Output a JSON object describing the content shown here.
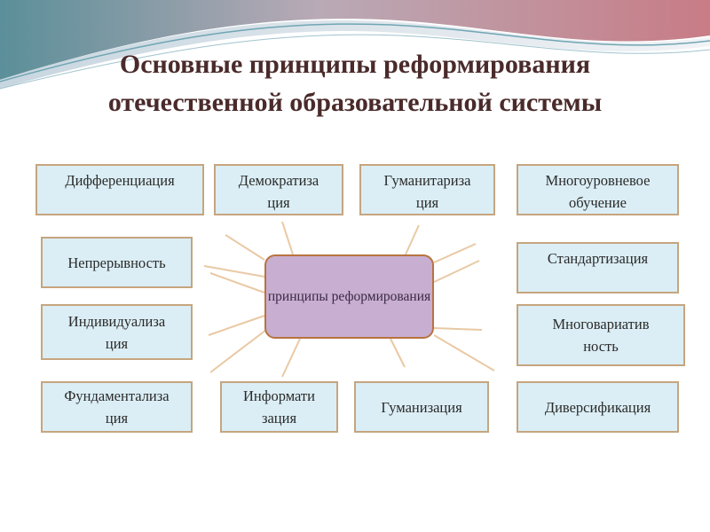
{
  "title": {
    "line1": "Основные принципы реформирования",
    "line2": "отечественной образовательной системы"
  },
  "center": {
    "line1": "принципы",
    "line2": "реформирования"
  },
  "nodes": {
    "differentiation": {
      "line1": "Дифференциация"
    },
    "democratization": {
      "line1": "Демократиза",
      "line2": "ция"
    },
    "humanitarization": {
      "line1": "Гуманитариза",
      "line2": "ция"
    },
    "multilevel": {
      "line1": "Многоуровневое",
      "line2": "обучение"
    },
    "continuity": {
      "line1": "Непрерывность"
    },
    "standardization": {
      "line1": "Стандартизация"
    },
    "individualization": {
      "line1": "Индивидуализа",
      "line2": "ция"
    },
    "multivariance": {
      "line1": "Многовариатив",
      "line2": "ность"
    },
    "fundamentalization": {
      "line1": "Фундаментализа",
      "line2": "ция"
    },
    "informatization": {
      "line1": "Информати",
      "line2": "зация"
    },
    "humanization": {
      "line1": "Гуманизация"
    },
    "diversification": {
      "line1": "Диверсификация"
    }
  },
  "colors": {
    "title": "#4a2a2a",
    "node_fill": "#dbeef5",
    "node_border": "#c6a57f",
    "center_fill": "#c8aed1",
    "center_border": "#b8733f",
    "connector": "#e9c9a4"
  }
}
